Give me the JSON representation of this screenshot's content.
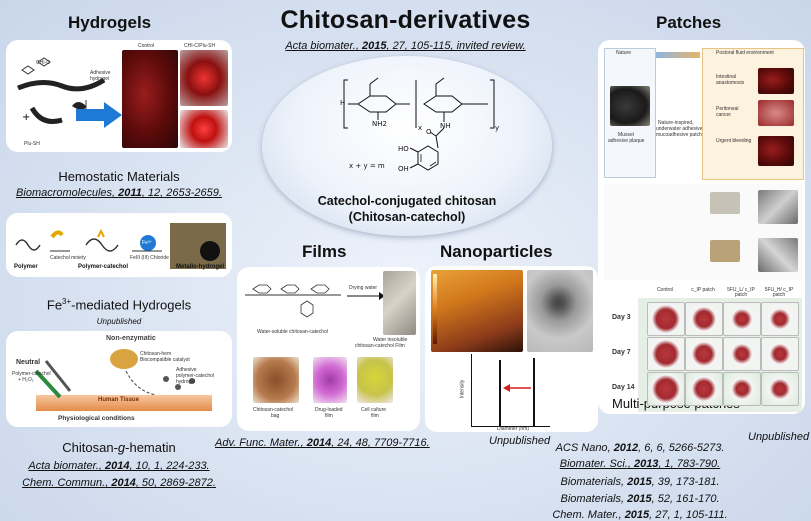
{
  "title": "Chitosan-derivatives",
  "title_ref": {
    "journal": "Acta biomater.",
    "sep1": ", ",
    "year": "2015",
    "rest": ", 27, 105-115, invited review."
  },
  "center": {
    "caption_line1": "Catechol-conjugated chitosan",
    "caption_line2": "(Chitosan-catechol)",
    "eq": "x + y = m",
    "labels": {
      "ho": "HO",
      "oh": "OH",
      "h": "H",
      "nh2": "NH2",
      "nh": "NH",
      "o": "O",
      "x": "x",
      "y": "y"
    }
  },
  "hydrogels": {
    "heading": "Hydrogels",
    "hemostatic": {
      "caption": "Hemostatic Materials",
      "ref": {
        "journal": "Biomacromolecules",
        "sep1": ", ",
        "year": "2011",
        "rest": ", 12, 2653-2659."
      },
      "tiny": {
        "chia": "CHI-C",
        "adhesive": "Adhesive",
        "hydrogel": "hydrogel",
        "plu": "Plu-SH",
        "control": "Control",
        "chia_plu": "CHI-C/Plu-SH"
      }
    },
    "fe": {
      "caption_prefix": "Fe",
      "caption_sup": "3+",
      "caption_suffix": "-mediated Hydrogels",
      "note": "Unpublished",
      "tiny": {
        "polymer": "Polymer",
        "catechol_moiety": "Catechol moiety",
        "polymer_catechol": "Polymer-catechol",
        "fe": "Fe³⁺",
        "fecl": "FeIII (III) Chloride",
        "metallo": "Metallo-hydrogel"
      }
    },
    "hematin": {
      "caption_prefix": "Chitosan-",
      "caption_g": "g",
      "caption_suffix": "-hematin",
      "refs": [
        {
          "journal": "Acta biomater.",
          "sep1": ", ",
          "year": "2014",
          "rest": ", 10, 1, 224-233."
        },
        {
          "journal": "Chem. Commun.",
          "sep1": ", ",
          "year": "2014",
          "rest": ", 50, 2869-2872."
        }
      ],
      "tiny": {
        "nonenz": "Non-enzymatic",
        "hem": "Chitosan-hem",
        "biocat": "Biocompatible catalyst",
        "neutral": "Neutral",
        "pc": "Polymer-catechol",
        "h2o2": "+ H₂O₂",
        "adh": "Adhesive",
        "pch": "polymer-catechol",
        "hyd": "hydrogel",
        "phys": "Physiological conditions",
        "human": "Human Tissue"
      }
    }
  },
  "films": {
    "heading": "Films",
    "ref": {
      "journal": "Adv. Func. Mater.",
      "sep1": ", ",
      "year": "2014",
      "rest": ", 24, 48, 7709-7716."
    },
    "tiny": {
      "drying": "Drying water",
      "ws": "Water-soluble chitosan-catechol",
      "wi": "Water insoluble",
      "wi2": "chitosan-catechol Film",
      "bag": "Chitosan-catechol",
      "bag2": "bag",
      "drug": "Drug-loaded",
      "drug2": "film",
      "cell": "Cell culture",
      "cell2": "film"
    }
  },
  "nanoparticles": {
    "heading": "Nanoparticles",
    "note": "Unpublished",
    "tiny": {
      "intensity": "Intensity",
      "diameter": "Diameter (nm)"
    }
  },
  "patches": {
    "heading": "Patches",
    "caption": "Multi-purpose patches",
    "note": "Unpublished",
    "refs": [
      {
        "journal": "ACS Nano",
        "sep1": ", ",
        "year": "2012",
        "rest": ", 6, 6, 5266-5273.",
        "u": false
      },
      {
        "journal": "Biomater. Sci.",
        "sep1": ", ",
        "year": "2013",
        "rest": ", 1, 783-790.",
        "u": true
      },
      {
        "journal": "Biomaterials",
        "sep1": ", ",
        "year": "2015",
        "rest": ", 39, 173-181.",
        "u": false
      },
      {
        "journal": "Biomaterials",
        "sep1": ", ",
        "year": "2015",
        "rest": ", 52, 161-170.",
        "u": false
      },
      {
        "journal": "Chem. Mater.",
        "sep1": ", ",
        "year": "2015",
        "rest": ", 27, 1, 105-111.",
        "u": false
      }
    ],
    "tiny": {
      "nature": "Nature",
      "env": "Postoral fluid environment",
      "mussel": "Mussel",
      "plaque": "adhesive plaque",
      "inspired": "Nature-inspired,",
      "underwater": "underwater adhesive",
      "mucoad": "mucoadhesive patch",
      "intestinal": "Intestinal",
      "anast": "anastomosis",
      "perit": "Peritoneal",
      "cancer": "cancer",
      "urgent": "Urgent bleeding"
    },
    "grid": {
      "cols": [
        "Control",
        "c_IP patch",
        "5FU_L/ c_IP patch",
        "5FU_H/ c_IP patch"
      ],
      "rows": [
        "Day 3",
        "Day 7",
        "Day 14"
      ]
    }
  },
  "colors": {
    "accent_blue": "#1f7ad6",
    "arrow_red": "#d61f1f",
    "bg": "#d8e2f1"
  }
}
